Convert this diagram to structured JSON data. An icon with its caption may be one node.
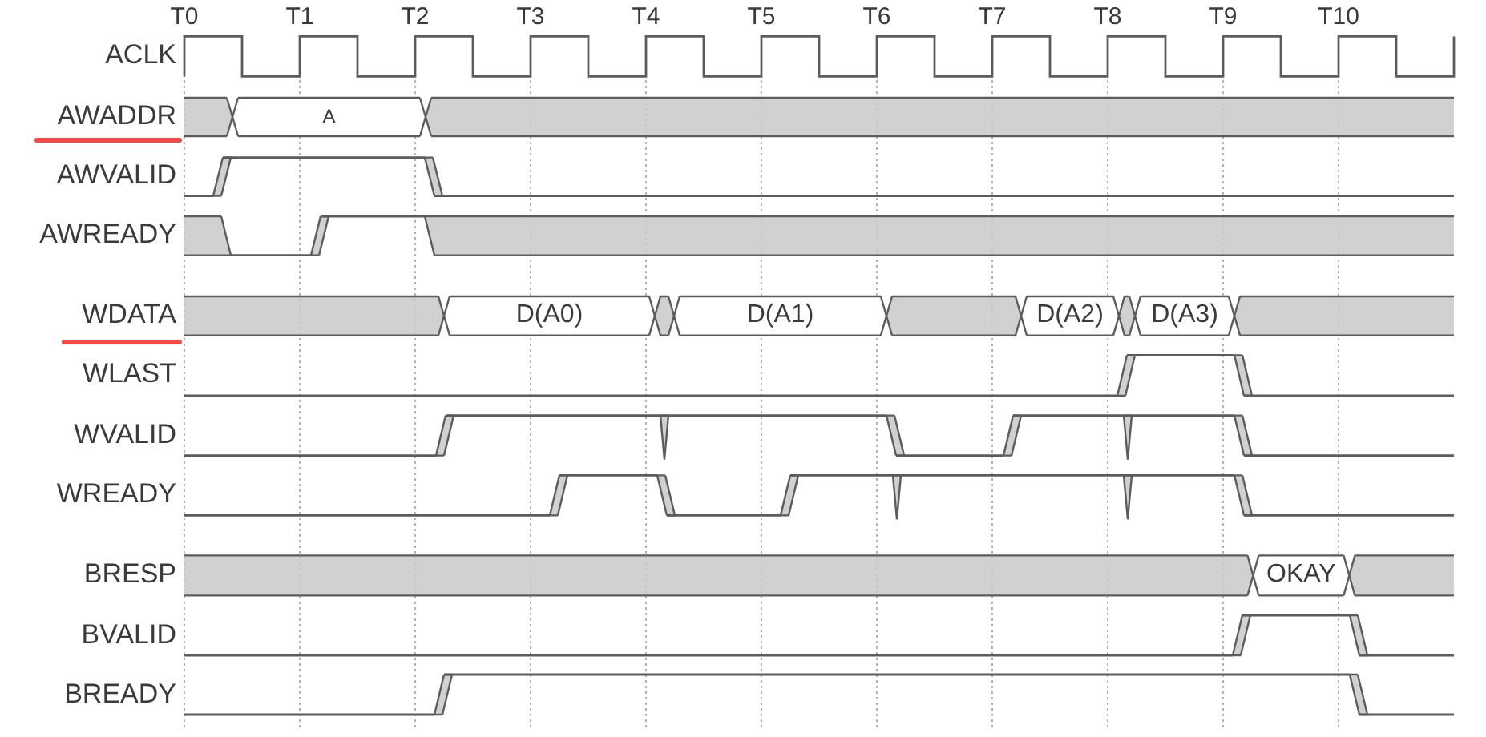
{
  "diagram": {
    "labels": [
      "T0",
      "T1",
      "T2",
      "T3",
      "T4",
      "T5",
      "T6",
      "T7",
      "T8",
      "T9",
      "T10",
      "ACLK",
      "AWADDR",
      "A",
      "AWVALID",
      "AWREADY",
      "WDATA",
      "D(A0)",
      "D(A1)",
      "D(A2)",
      "D(A3)",
      "WLAST",
      "WVALID",
      "WREADY",
      "BRESP",
      "OKAY",
      "BVALID",
      "BREADY"
    ]
  }
}
